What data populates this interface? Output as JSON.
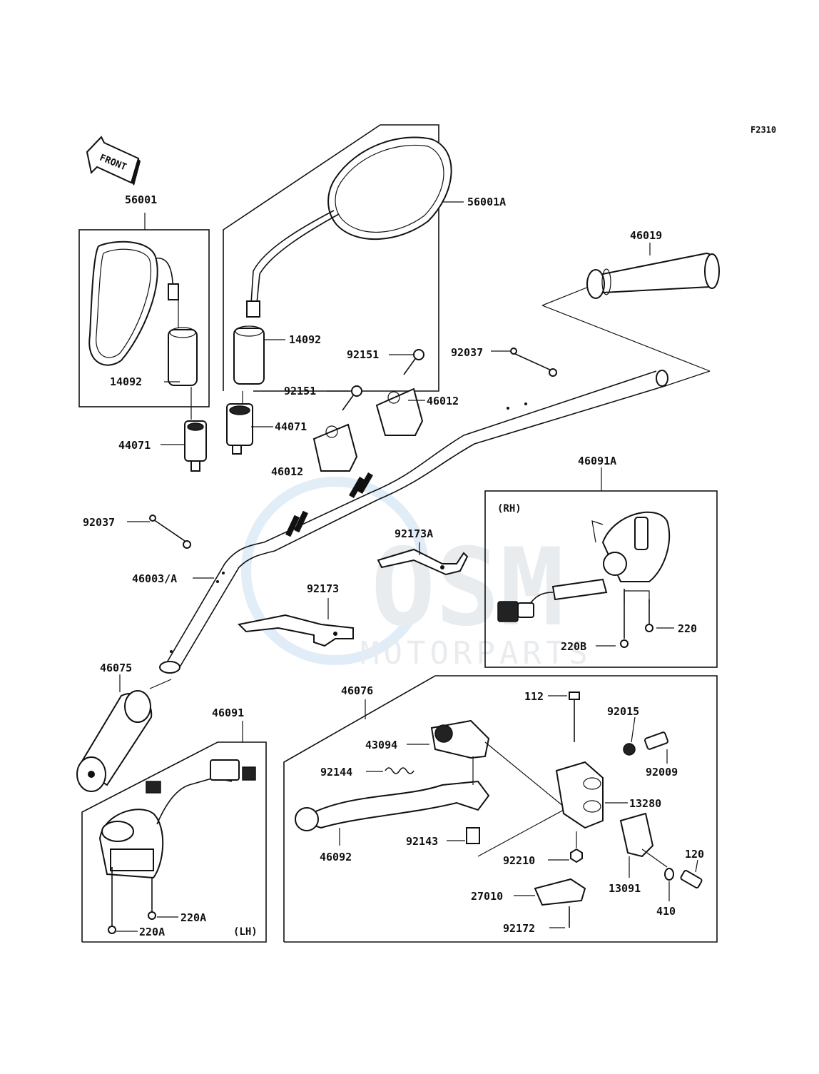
{
  "diagram": {
    "code": "F2310",
    "front": "FRONT",
    "rh": "(RH)",
    "lh": "(LH)",
    "watermark_name": "OSM",
    "watermark_sub": "MOTORPARTS",
    "parts": {
      "p56001": "56001",
      "p56001A": "56001A",
      "p14092_left": "14092",
      "p14092_right": "14092",
      "p44071_left": "44071",
      "p44071_right": "44071",
      "p46019": "46019",
      "p92151_a": "92151",
      "p92151_b": "92151",
      "p92037_top": "92037",
      "p92037_left": "92037",
      "p46012_a": "46012",
      "p46012_b": "46012",
      "p46091A": "46091A",
      "p92173A": "92173A",
      "p92173": "92173",
      "p46003A": "46003/A",
      "p220": "220",
      "p220B": "220B",
      "p46075": "46075",
      "p46076": "46076",
      "p46091": "46091",
      "p112": "112",
      "p92015": "92015",
      "p43094": "43094",
      "p92009": "92009",
      "p92144": "92144",
      "p13280": "13280",
      "p46092": "46092",
      "p92143": "92143",
      "p92210": "92210",
      "p120": "120",
      "p13091": "13091",
      "p27010": "27010",
      "p410": "410",
      "p92172": "92172",
      "p220A_a": "220A",
      "p220A_b": "220A"
    }
  }
}
